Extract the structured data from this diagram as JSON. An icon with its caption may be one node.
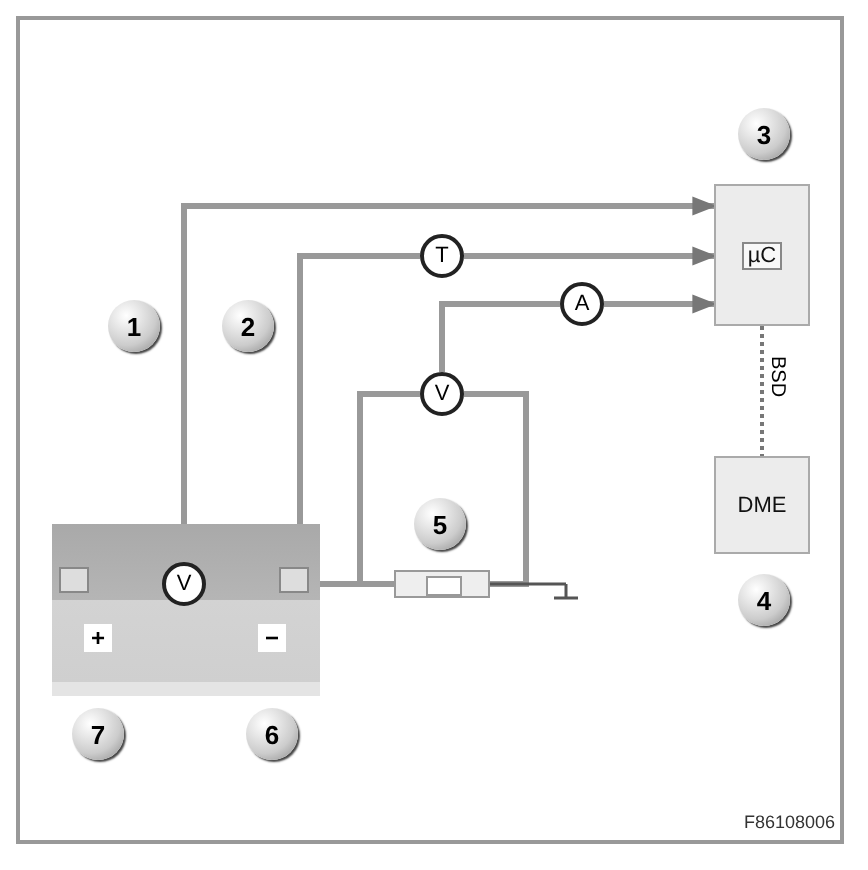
{
  "diagram": {
    "nodes": [
      {
        "text": [
          "µC"
        ]
      },
      {
        "text": [
          "DME"
        ]
      },
      {
        "text": [
          "+",
          "−"
        ]
      },
      {
        "text": [
          "V"
        ],
        "in": 2
      },
      {
        "text": [
          "T"
        ]
      },
      {
        "text": [
          "A"
        ]
      },
      {
        "text": [
          "V"
        ]
      },
      {
        "text": [],
        "shape": "box"
      }
    ],
    "edges": [
      {
        "from": 3,
        "to": 0,
        "arrow": "to"
      },
      {
        "from": 2,
        "to": 4,
        "arrow": "none"
      },
      {
        "from": 4,
        "to": 0,
        "arrow": "to"
      },
      {
        "from": 6,
        "to": 5,
        "arrow": "none"
      },
      {
        "from": 5,
        "to": 0,
        "arrow": "to"
      },
      {
        "from": 6,
        "to": 7,
        "arrow": "none"
      },
      {
        "from": 6,
        "to": 7,
        "arrow": "none"
      },
      {
        "from": 2,
        "to": 7,
        "arrow": "none"
      },
      {
        "from": 0,
        "to": 1,
        "arrow": "none",
        "style": "dashed",
        "label": "BSD"
      }
    ],
    "labels": [
      "3",
      "1",
      "2",
      "5",
      "4",
      "7",
      "6",
      "F86108006"
    ]
  }
}
